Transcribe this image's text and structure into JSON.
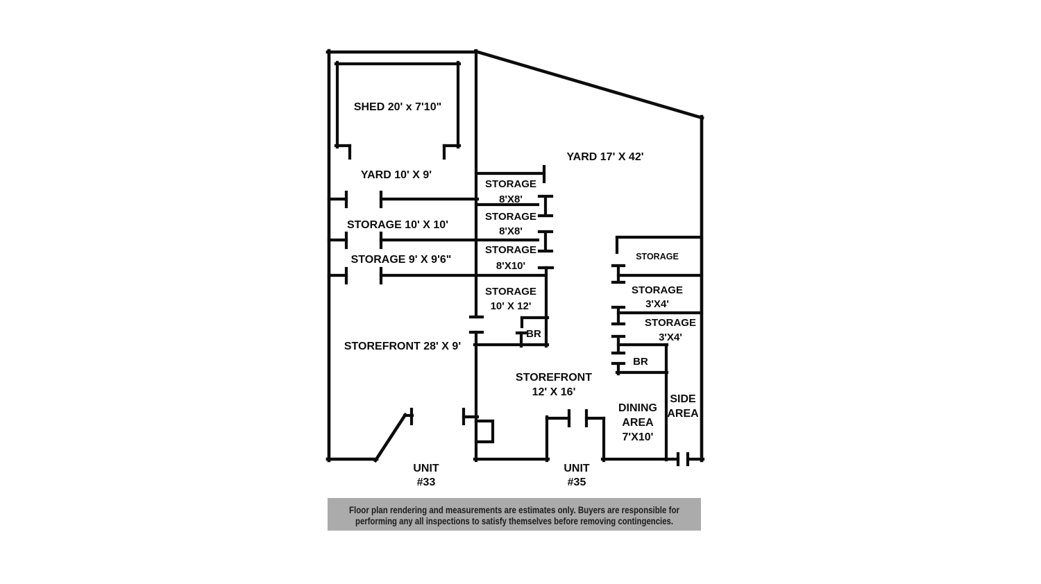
{
  "colors": {
    "wall": "#0c0c0c",
    "background": "#ffffff",
    "disclaimer_bg": "#ababab",
    "disclaimer_text": "#1c1c1c"
  },
  "plan": {
    "shed": "SHED 20' x 7'10\"",
    "yard_left": "YARD 10' X 9'",
    "yard_right": "YARD 17' X 42'",
    "storage_10x10": "STORAGE 10' X 10'",
    "storage_9x9_6": "STORAGE 9' X 9'6\"",
    "storefront_28x9": "STOREFRONT 28' X 9'",
    "storage_8x8_a": {
      "name": "STORAGE",
      "size": "8'X8'"
    },
    "storage_8x8_b": {
      "name": "STORAGE",
      "size": "8'X8'"
    },
    "storage_8x10": {
      "name": "STORAGE",
      "size": "8'X10'"
    },
    "storage_10x12": {
      "name": "STORAGE",
      "size": "10' X 12'"
    },
    "br_middle": "BR",
    "storefront_12x16": {
      "name": "STOREFRONT",
      "size": "12' X 16'"
    },
    "unit_33": {
      "name": "UNIT",
      "number": "#33"
    },
    "unit_35": {
      "name": "UNIT",
      "number": "#35"
    },
    "storage_right": "STORAGE",
    "storage_3x4_a": {
      "name": "STORAGE",
      "size": "3'X4'"
    },
    "storage_3x4_b": {
      "name": "STORAGE",
      "size": "3'X4'"
    },
    "br_right": "BR",
    "dining_area": {
      "line1": "DINING",
      "line2": "AREA",
      "line3": "7'X10'"
    },
    "side_area": {
      "line1": "SIDE",
      "line2": "AREA"
    }
  },
  "disclaimer": {
    "line1": "Floor plan rendering and measurements are estimates only. Buyers are responsible for",
    "line2": "performing any all inspections to satisfy themselves before removing contingencies."
  }
}
